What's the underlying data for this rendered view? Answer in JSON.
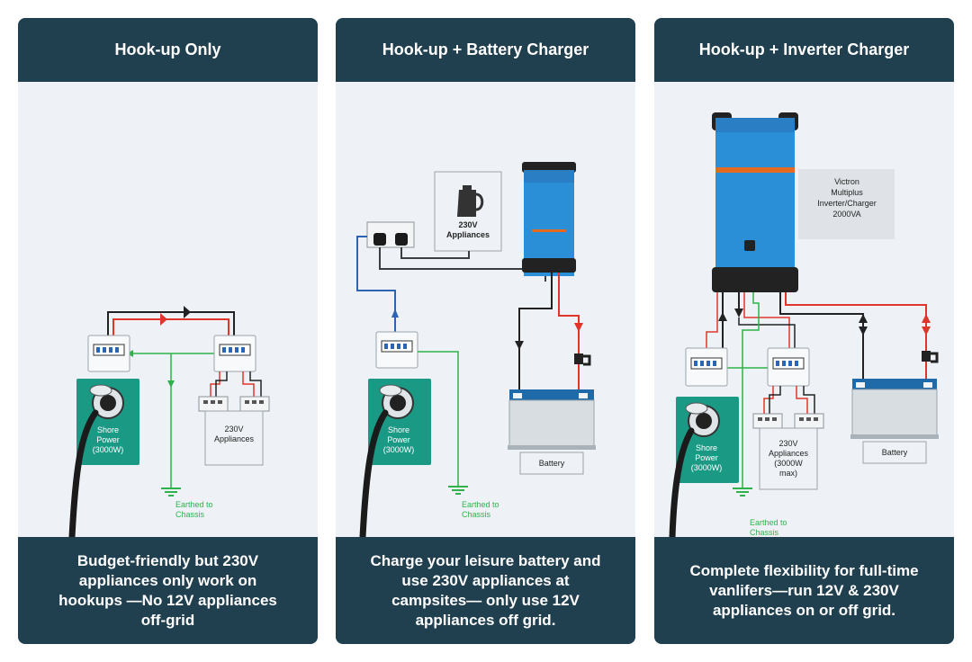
{
  "panels": [
    {
      "title": "Hook-up Only",
      "caption": "Budget-friendly but 230V appliances only work on hookups —No 12V appliances off-grid",
      "labels": {
        "shore_line1": "Shore",
        "shore_line2": "Power",
        "shore_line3": "(3000W)",
        "appl_line1": "230V",
        "appl_line2": "Appliances",
        "earth_line1": "Earthed to",
        "earth_line2": "Chassis"
      }
    },
    {
      "title": "Hook-up + Battery Charger",
      "caption": "Charge your leisure battery and use 230V appliances at campsites— only use 12V appliances off grid.",
      "labels": {
        "shore_line1": "Shore",
        "shore_line2": "Power",
        "shore_line3": "(3000W)",
        "appl_line1": "230V",
        "appl_line2": "Appliances",
        "earth_line1": "Earthed to",
        "earth_line2": "Chassis",
        "battery": "Battery"
      }
    },
    {
      "title": "Hook-up + Inverter Charger",
      "caption": "Complete flexibility for full-time vanlifers—run 12V & 230V appliances on or off grid.",
      "labels": {
        "shore_line1": "Shore",
        "shore_line2": "Power",
        "shore_line3": "(3000W)",
        "appl_line1": "230V",
        "appl_line2": "Appliances",
        "appl_line3": "(3000W",
        "appl_line4": "max)",
        "earth_line1": "Earthed to",
        "earth_line2": "Chassis",
        "battery": "Battery",
        "device_line1": "Victron",
        "device_line2": "Multiplus",
        "device_line3": "Inverter/Charger",
        "device_line4": "2000VA"
      }
    }
  ],
  "colors": {
    "header_bg": "#203f4f",
    "panel_bg": "#eef2f6",
    "teal": "#1a9a85",
    "live_red": "#e0352b",
    "earth_green": "#2fb24a",
    "neutral_dark": "#222222",
    "grey_wire": "#3a3f44",
    "blue_wire": "#2d63b3",
    "victron_blue": "#2a8fd6"
  },
  "icons": [
    "plug-cable-icon",
    "consumer-unit-icon",
    "double-socket-icon",
    "kettle-icon",
    "battery-icon",
    "inline-fuse-icon",
    "earth-icon",
    "victron-charger-icon",
    "victron-multiplus-icon"
  ]
}
